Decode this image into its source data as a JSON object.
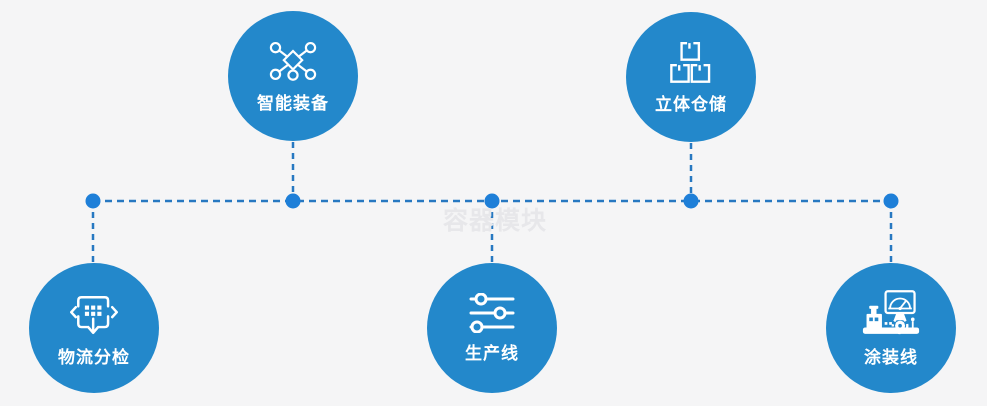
{
  "diagram": {
    "watermark": "容器模块",
    "nodes": [
      {
        "id": "smart-equipment",
        "label": "智能装备",
        "icon": "network-icon",
        "row": "top",
        "connector": "up-to-line"
      },
      {
        "id": "stereo-warehouse",
        "label": "立体仓储",
        "icon": "boxes-icon",
        "row": "top",
        "connector": "up-to-line"
      },
      {
        "id": "logistics-sorting",
        "label": "物流分检",
        "icon": "move-arrows-icon",
        "row": "bottom",
        "connector": "down-from-line"
      },
      {
        "id": "production-line",
        "label": "生产线",
        "icon": "sliders-icon",
        "row": "bottom",
        "connector": "down-from-line"
      },
      {
        "id": "painting-line",
        "label": "涂装线",
        "icon": "machine-icon",
        "row": "bottom",
        "connector": "down-from-line"
      }
    ],
    "colors": {
      "background": "#f5f5f6",
      "bubble": "#2388cb",
      "icon": "#ffffff",
      "dash_line": "#2778c1",
      "node_dot": "#1e7fd8",
      "watermark": "#e7e7ea"
    }
  }
}
